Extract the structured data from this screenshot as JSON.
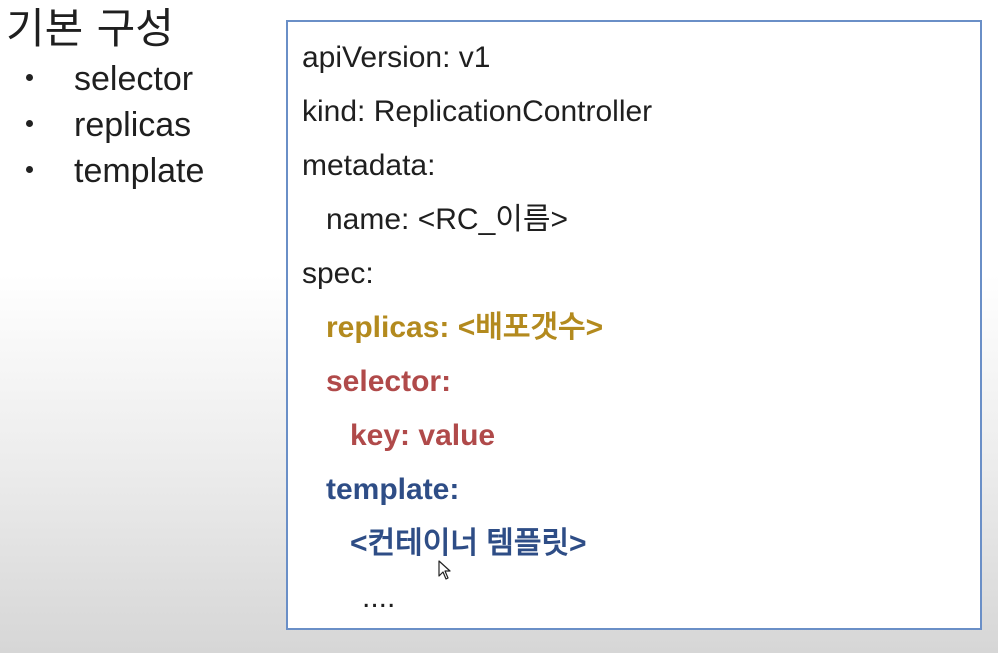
{
  "heading": "기본 구성",
  "bullets": [
    "selector",
    "replicas",
    "template"
  ],
  "code": {
    "line1": "apiVersion: v1",
    "line2": "kind: ReplicationController",
    "line3": "metadata:",
    "line4": "name: <RC_이름>",
    "line5": "spec:",
    "line6": "replicas: <배포갯수>",
    "line7": "selector:",
    "line8": "key: value",
    "line9": "template:",
    "line10": "<컨테이너 템플릿>",
    "line11": "...."
  },
  "colors": {
    "replicas": "#b38a1e",
    "selector": "#b04a4a",
    "template": "#2e4d86",
    "box_border": "#6a8fc7"
  },
  "icons": [
    "mouse-cursor-icon"
  ]
}
